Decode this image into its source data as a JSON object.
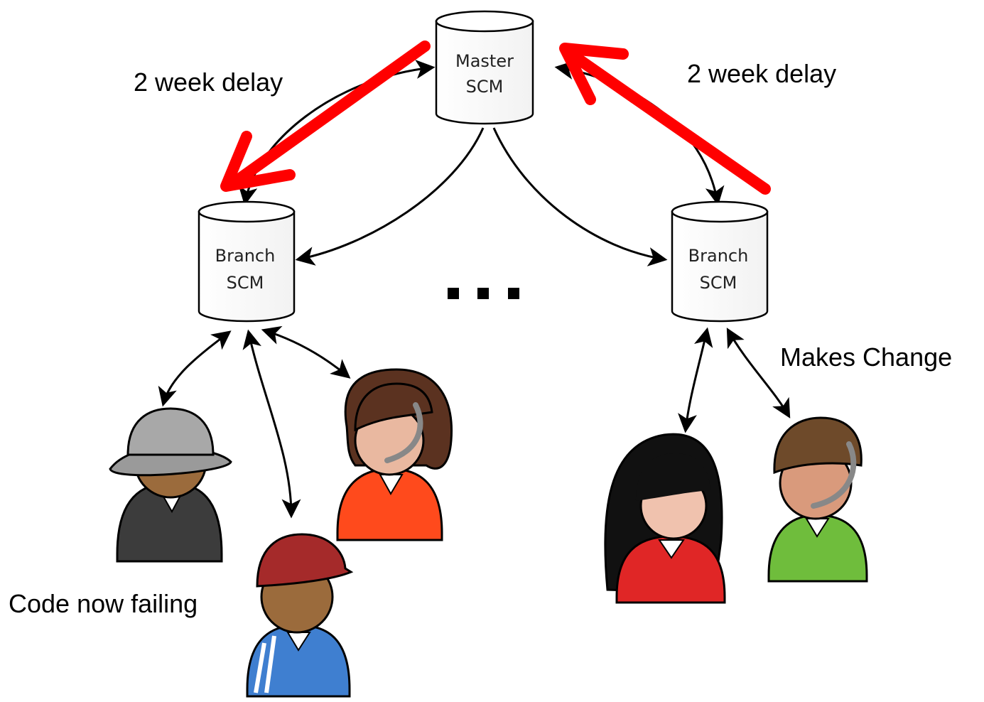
{
  "nodes": {
    "master": {
      "line1": "Master",
      "line2": "SCM"
    },
    "branch_left": {
      "line1": "Branch",
      "line2": "SCM"
    },
    "branch_right": {
      "line1": "Branch",
      "line2": "SCM"
    }
  },
  "annotations": {
    "delay_left": "2 week delay",
    "delay_right": "2 week delay",
    "makes_change": "Makes Change",
    "code_failing": "Code now failing",
    "ellipsis": "..."
  },
  "colors": {
    "highlight_arrow": "#ff0000",
    "connector": "#000000"
  },
  "people": [
    {
      "name": "person-gray-hat",
      "shirt": "#3c3c3c"
    },
    {
      "name": "person-red-cap",
      "shirt": "#3f7fd0"
    },
    {
      "name": "person-headset-orange",
      "shirt": "#ff4a1c"
    },
    {
      "name": "person-long-hair-red",
      "shirt": "#e02626"
    },
    {
      "name": "person-headset-green",
      "shirt": "#6fbd3c"
    }
  ]
}
